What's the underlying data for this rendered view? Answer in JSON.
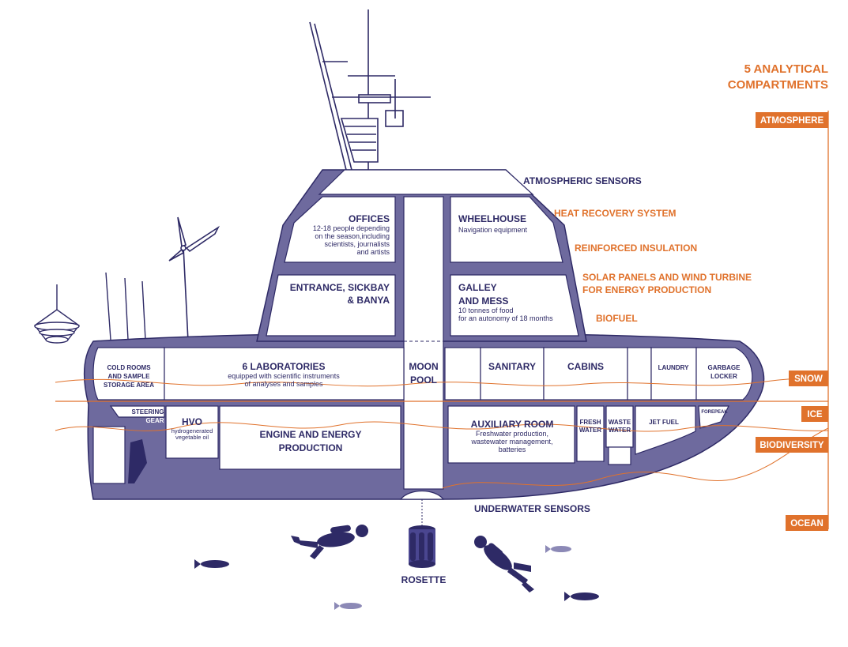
{
  "colors": {
    "hull": "#6e6a9e",
    "hull_dark": "#2e2a66",
    "room_fill": "#ffffff",
    "accent": "#e0722c",
    "fish": "#8c89b6",
    "fish_dark": "#2e2a66"
  },
  "compartments": {
    "title_line1": "5 ANALYTICAL",
    "title_line2": "COMPARTMENTS",
    "items": [
      {
        "label": "ATMOSPHERE"
      },
      {
        "label": "SNOW"
      },
      {
        "label": "ICE"
      },
      {
        "label": "BIODIVERSITY"
      },
      {
        "label": "OCEAN"
      }
    ]
  },
  "callouts": {
    "atmospheric_sensors": "ATMOSPHERIC SENSORS",
    "heat_recovery": "HEAT RECOVERY SYSTEM",
    "reinforced_insulation": "REINFORCED INSULATION",
    "solar_line1": "SOLAR PANELS AND WIND TURBINE",
    "solar_line2": "FOR ENERGY PRODUCTION",
    "biofuel": "BIOFUEL",
    "underwater_sensors": "UNDERWATER SENSORS",
    "rosette": "ROSETTE"
  },
  "rooms": {
    "offices": {
      "title": "OFFICES",
      "lines": [
        "12-18 people depending",
        "on the season,including",
        "scientists, journalists",
        "and artists"
      ]
    },
    "wheelhouse": {
      "title": "WHEELHOUSE",
      "sub": "Navigation equipment"
    },
    "entrance": {
      "line1": "ENTRANCE, SICKBAY",
      "line2": "& BANYA"
    },
    "galley": {
      "line1": "GALLEY",
      "line2": "AND MESS",
      "sub1": "10 tonnes of food",
      "sub2": "for an autonomy of 18 months"
    },
    "cold_rooms": {
      "line1": "COLD ROOMS",
      "line2": "AND SAMPLE",
      "line3": "STORAGE AREA"
    },
    "laboratories": {
      "title": "6 LABORATORIES",
      "sub1": "equipped with scientific instruments",
      "sub2": "of analyses and samples"
    },
    "moon_pool": {
      "line1": "MOON",
      "line2": "POOL"
    },
    "sanitary": "SANITARY",
    "cabins": "CABINS",
    "laundry": "LAUNDRY",
    "garbage": {
      "line1": "GARBAGE",
      "line2": "LOCKER"
    },
    "steering": {
      "line1": "STEERING",
      "line2": "GEAR"
    },
    "hvo": {
      "title": "HVO",
      "sub1": "hydrogenerated",
      "sub2": "vegetable oil"
    },
    "engine": {
      "line1": "ENGINE AND ENERGY",
      "line2": "PRODUCTION"
    },
    "auxiliary": {
      "title": "AUXILIARY ROOM",
      "sub1": "Freshwater production,",
      "sub2": "wastewater management,",
      "sub3": "batteries"
    },
    "fresh_water": {
      "line1": "FRESH",
      "line2": "WATER"
    },
    "waste_water": {
      "line1": "WASTE",
      "line2": "WATER"
    },
    "jet_fuel": "JET FUEL",
    "forepeak": "FOREPEAK"
  }
}
